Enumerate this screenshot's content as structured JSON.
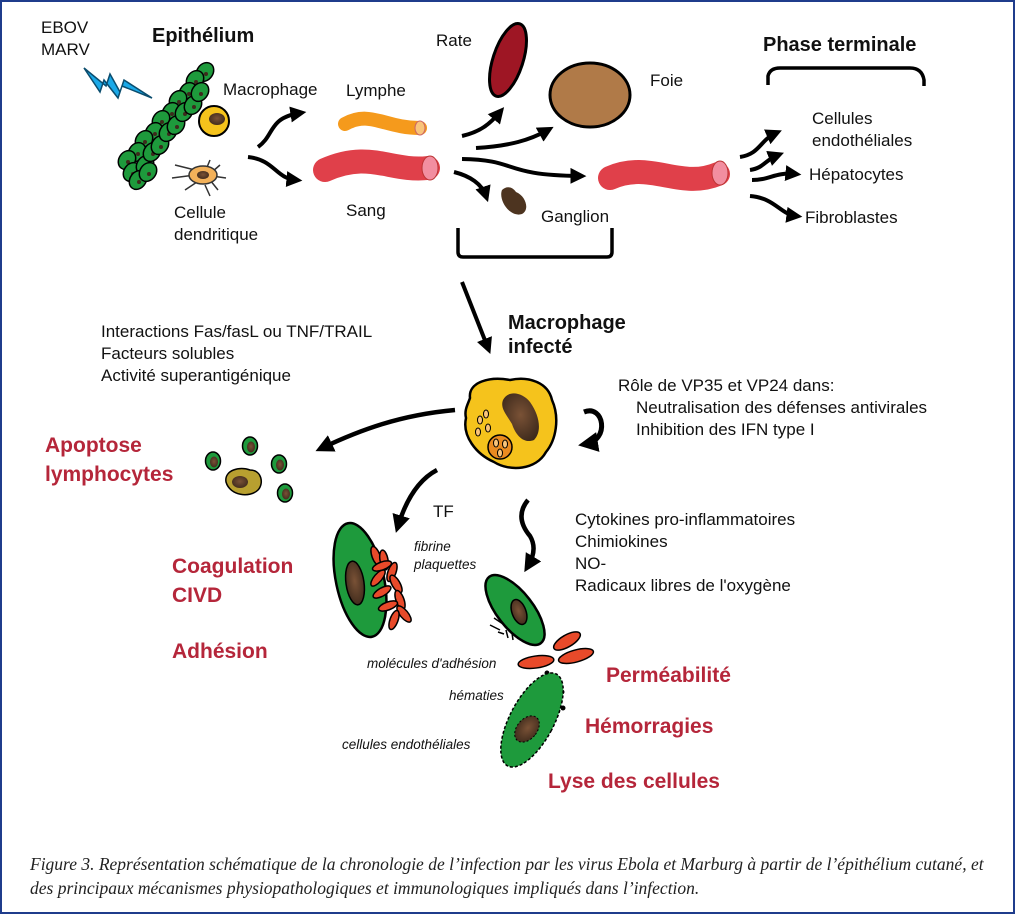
{
  "virus": {
    "line1": "EBOV",
    "line2": "MARV"
  },
  "epithelium": {
    "title": "Epithélium",
    "macrophage": "Macrophage",
    "dendritic_line1": "Cellule",
    "dendritic_line2": "dendritique"
  },
  "vessels": {
    "lymph": "Lymphe",
    "blood": "Sang"
  },
  "organs": {
    "spleen": "Rate",
    "liver": "Foie",
    "lymph_node": "Ganglion"
  },
  "terminal": {
    "title": "Phase terminale",
    "targets": [
      "Cellules",
      "endothéliales",
      "Hépatocytes",
      "Fibroblastes"
    ]
  },
  "infected_macrophage": {
    "line1": "Macrophage",
    "line2": "infecté"
  },
  "apoptosis_mechanisms": [
    "Interactions Fas/fasL ou TNF/TRAIL",
    "Facteurs solubles",
    "Activité superantigénique"
  ],
  "vp_role": {
    "title": "Rôle de VP35 et VP24 dans:",
    "items": [
      "Neutralisation des défenses antivirales",
      "Inhibition des IFN type I"
    ]
  },
  "mediators": [
    "Cytokines pro-inflammatoires",
    "Chimiokines",
    "NO-",
    "Radicaux libres de l'oxygène"
  ],
  "outcomes": {
    "apoptosis_line1": "Apoptose",
    "apoptosis_line2": "lymphocytes",
    "coagulation_line1": "Coagulation",
    "coagulation_line2": "CIVD",
    "adhesion": "Adhésion",
    "permeability": "Perméabilité",
    "hemorrhage": "Hémorragies",
    "lysis": "Lyse des cellules"
  },
  "annotations": {
    "tf": "TF",
    "fibrin": "fibrine",
    "platelets": "plaquettes",
    "adhesion_molecules": "molécules d'adhésion",
    "red_cells": "hématies",
    "endothelial_cells": "cellules endothéliales"
  },
  "caption": "Figure 3. Représentation schématique de la chronologie de l’infection par les virus Ebola et Marburg à partir de l’épithélium cutané, et des principaux mécanismes physiopathologiques et immunologiques impliqués dans l’infection.",
  "colors": {
    "frame": "#1f3c8c",
    "outcome_red": "#b5263a",
    "epithelium_green": "#1e9a3c",
    "macrophage_yellow": "#f5c31c",
    "blood_red": "#e0404a",
    "lymph_orange": "#f59a1c",
    "spleen": "#9e1624",
    "liver": "#b07a48",
    "virus_blue": "#1aa9e8"
  }
}
